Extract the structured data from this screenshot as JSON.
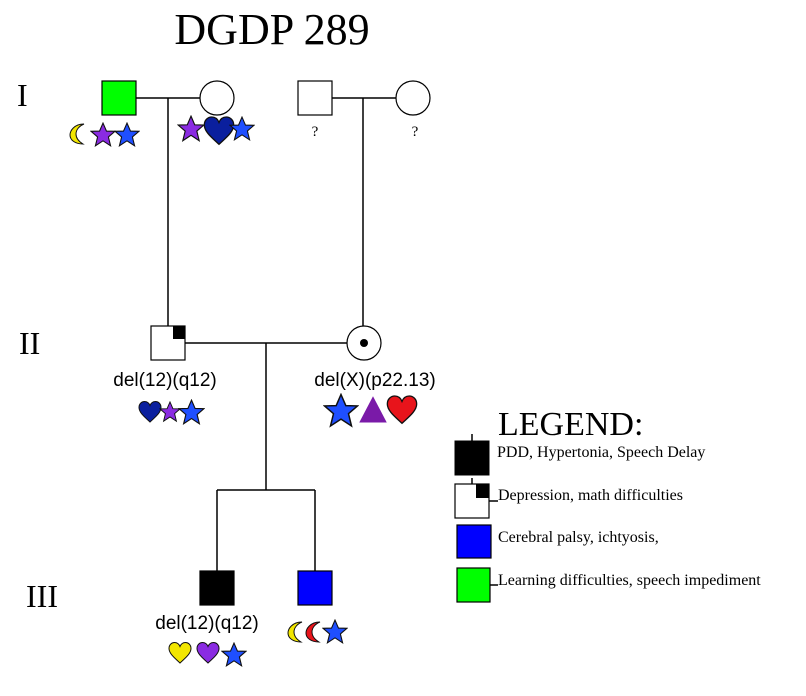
{
  "title": "DGDP 289",
  "generations": [
    "I",
    "II",
    "III"
  ],
  "colors": {
    "green": "#00ff00",
    "blue": "#0000ff",
    "black": "#000000",
    "white": "#ffffff",
    "yellow_symbol": "#f2e600",
    "purple_symbol": "#8a2be2",
    "navy_symbol": "#0a1f9e",
    "blue_symbol": "#1f4fff",
    "red_symbol": "#e8141b",
    "triangle_purple": "#7a1aa8"
  },
  "individuals": [
    {
      "id": "I-1",
      "sex": "male",
      "fill": "green",
      "label": "",
      "symbols": [
        "yellow-moon",
        "purple-star",
        "blue-star"
      ]
    },
    {
      "id": "I-2",
      "sex": "female",
      "fill": "white",
      "label": "",
      "symbols": [
        "purple-star",
        "navy-heart",
        "blue-star"
      ]
    },
    {
      "id": "I-3",
      "sex": "male",
      "fill": "white",
      "label": "?",
      "symbols": []
    },
    {
      "id": "I-4",
      "sex": "female",
      "fill": "white",
      "label": "?",
      "symbols": []
    },
    {
      "id": "II-1",
      "sex": "male",
      "fill": "white-corner-black",
      "label": "del(12)(q12)",
      "symbols": [
        "navy-heart",
        "purple-star",
        "blue-star"
      ]
    },
    {
      "id": "II-2",
      "sex": "female",
      "fill": "carrier-dot",
      "label": "del(X)(p22.13)",
      "symbols": [
        "blue-star",
        "purple-triangle",
        "red-heart"
      ]
    },
    {
      "id": "III-1",
      "sex": "male",
      "fill": "black",
      "label": "del(12)(q12)",
      "symbols": [
        "yellow-heart",
        "purple-heart",
        "blue-star"
      ]
    },
    {
      "id": "III-2",
      "sex": "male",
      "fill": "blue",
      "label": "",
      "symbols": [
        "yellow-moon",
        "red-moon",
        "blue-star"
      ]
    }
  ],
  "legend": {
    "title": "LEGEND:",
    "items": [
      {
        "fill": "black",
        "text": "PDD, Hypertonia, Speech Delay"
      },
      {
        "fill": "white-corner-black",
        "text": "Depression, math difficulties"
      },
      {
        "fill": "blue",
        "text": "Cerebral palsy, ichtyosis,"
      },
      {
        "fill": "green",
        "text": "Learning difficulties, speech impediment"
      }
    ]
  }
}
